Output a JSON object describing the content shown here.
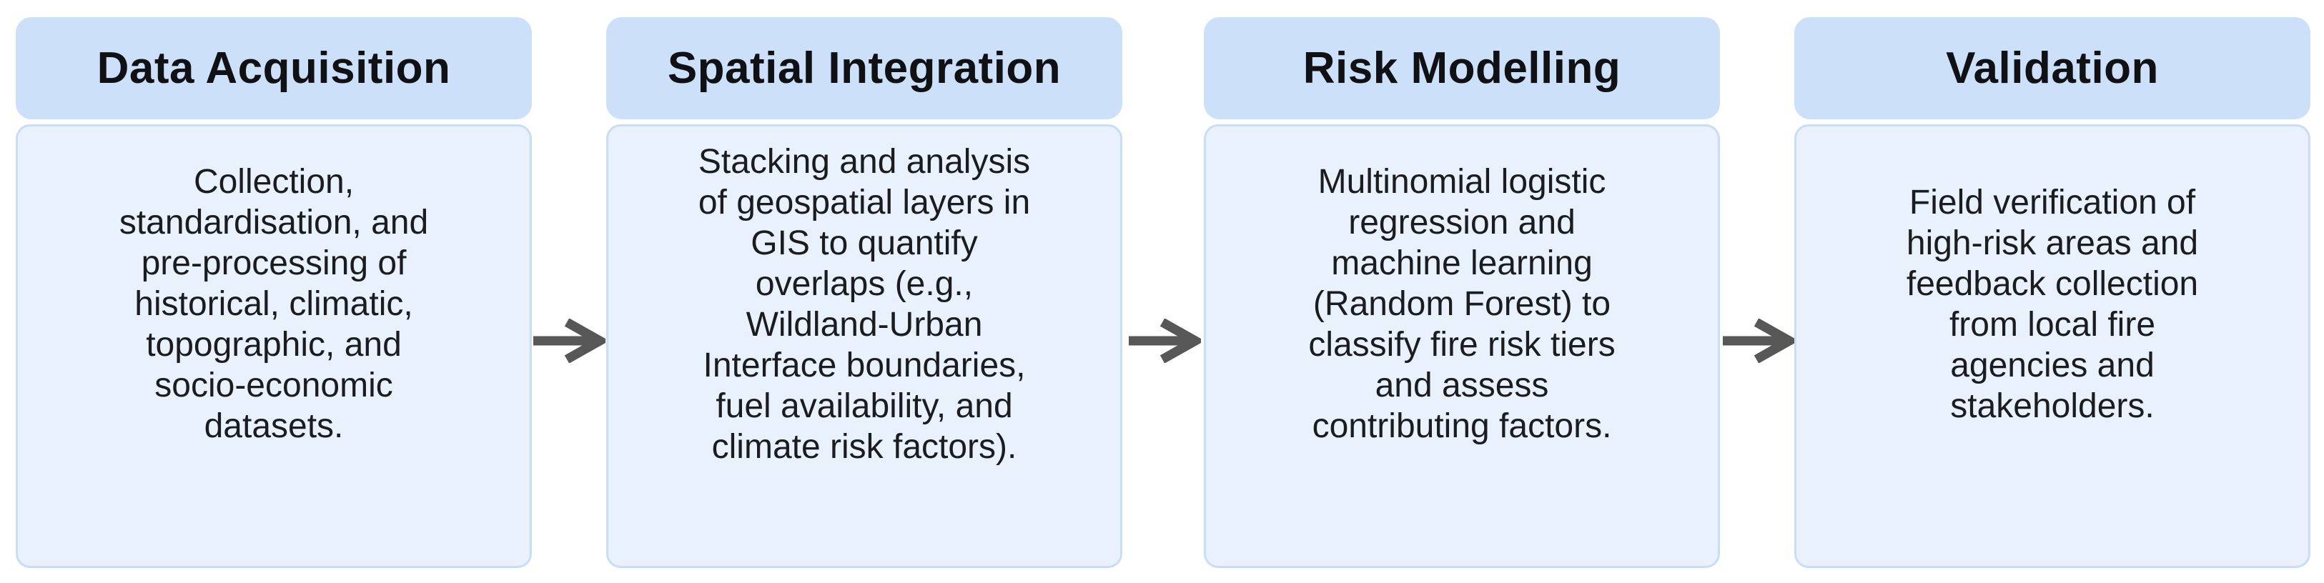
{
  "diagram": {
    "title": "Wildfire risk assessment methodology flowchart",
    "colors": {
      "header_bg": "#cce0fa",
      "body_bg": "#e9f1fd",
      "body_border": "#c9ddf6",
      "arrow": "#575757",
      "title_text": "#101114",
      "body_text": "#1b1c1f",
      "page_bg": "#ffffff"
    },
    "arrow_icon": "arrow-right",
    "steps": [
      {
        "title": "Data Acquisition",
        "description": "Collection,\nstandardisation, and\npre-processing of\nhistorical, climatic,\ntopographic, and\nsocio-economic\ndatasets."
      },
      {
        "title": "Spatial Integration",
        "description": "Stacking and analysis\nof geospatial layers in\nGIS to quantify\noverlaps (e.g.,\nWildland-Urban\nInterface boundaries,\nfuel availability, and\nclimate risk factors)."
      },
      {
        "title": "Risk Modelling",
        "description": "Multinomial logistic\nregression and\nmachine learning\n(Random Forest) to\nclassify fire risk tiers\nand assess\ncontributing factors."
      },
      {
        "title": "Validation",
        "description": "Field verification of\nhigh-risk areas and\nfeedback collection\nfrom local fire\nagencies and\nstakeholders."
      }
    ]
  }
}
